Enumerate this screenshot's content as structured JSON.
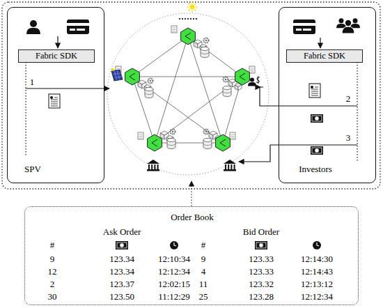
{
  "diagram": {
    "nodes": [
      {
        "text": [
          "SPV"
        ]
      },
      {
        "text": [
          "Fabric SDK"
        ],
        "in": 0
      },
      {
        "text": [
          "Investors"
        ]
      },
      {
        "text": [
          "Fabric SDK"
        ],
        "in": 2
      },
      {
        "text": [
          "Order Book"
        ]
      }
    ],
    "labels": [
      "1",
      "2",
      "3",
      "Ask Order",
      "Bid Order",
      "#",
      "#",
      "9",
      "123.34",
      "12:10:34",
      "9",
      "123.33",
      "12:14:30",
      "12",
      "123.34",
      "12:12:34",
      "4",
      "123.33",
      "12:14:43",
      "2",
      "123.37",
      "12:02:15",
      "11",
      "123.32",
      "12:13:12",
      "30",
      "123.50",
      "11:12:29",
      "25",
      "123.28",
      "12:12:34"
    ]
  }
}
